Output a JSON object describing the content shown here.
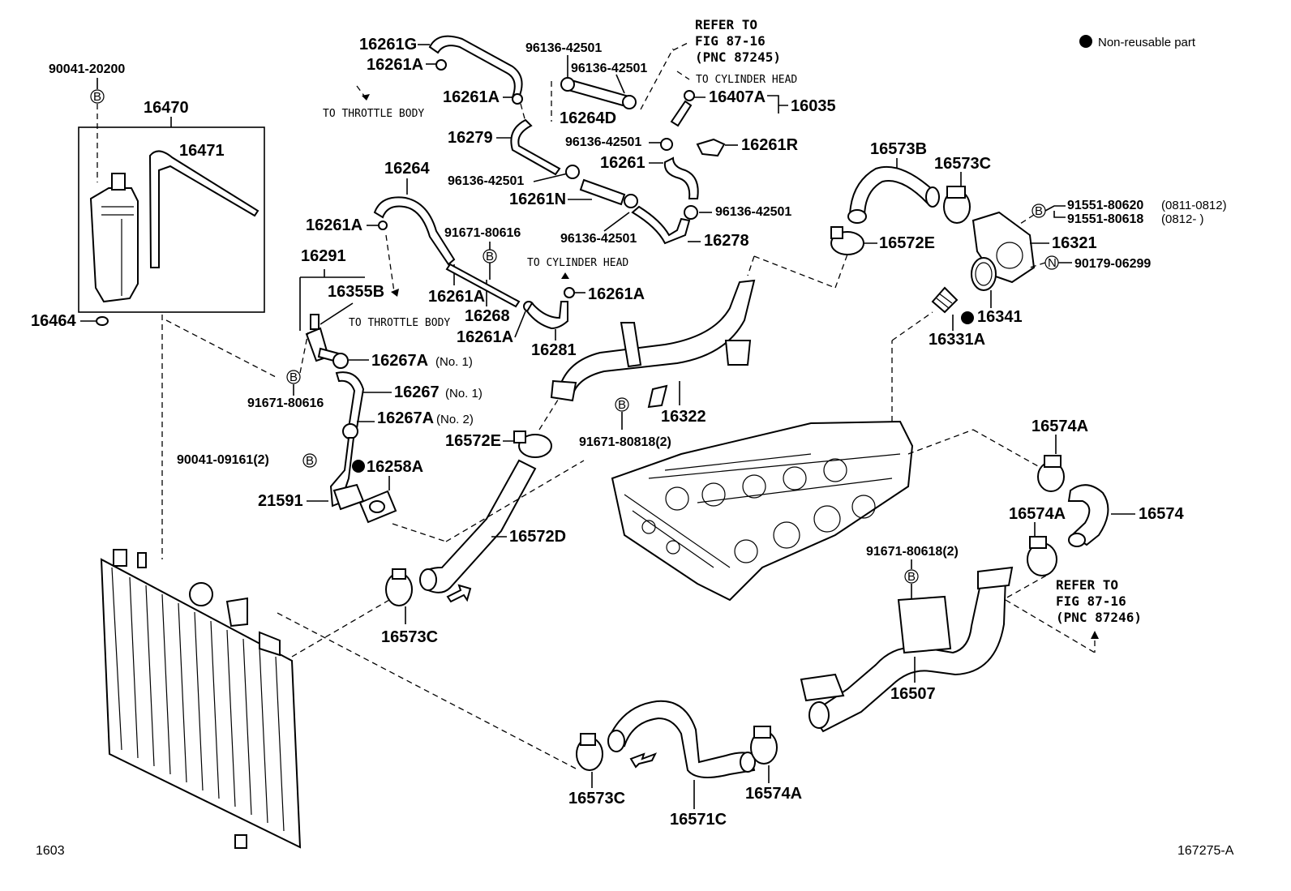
{
  "legend": {
    "text": "Non-reusable part"
  },
  "footer": {
    "left": "1603",
    "right": "167275-A"
  },
  "notes": {
    "throttle_body_1": "TO THROTTLE BODY",
    "throttle_body_2": "TO THROTTLE BODY",
    "cylinder_head_1": "TO CYLINDER HEAD",
    "cylinder_head_2": "TO CYLINDER HEAD",
    "refer_1": [
      "REFER TO",
      "FIG 87-16",
      "(PNC 87245)"
    ],
    "refer_2": [
      "REFER TO",
      "FIG 87-16",
      "(PNC 87246)"
    ]
  },
  "markers": {
    "b": "B",
    "n": "N"
  },
  "parts": {
    "p90041_20200": "90041-20200",
    "p16470": "16470",
    "p16471": "16471",
    "p16464": "16464",
    "p16261G": "16261G",
    "p16261A_top": "16261A",
    "p16261A_2": "16261A",
    "p16261A_3": "16261A",
    "p16261A_4": "16261A",
    "p16261A_5": "16261A",
    "p16261A_6": "16261A",
    "p96136_a": "96136-42501",
    "p96136_b": "96136-42501",
    "p96136_c": "96136-42501",
    "p96136_d": "96136-42501",
    "p96136_e": "96136-42501",
    "p96136_f": "96136-42501",
    "p16264D": "16264D",
    "p16279": "16279",
    "p16407A": "16407A",
    "p16035": "16035",
    "p16261R": "16261R",
    "p16261": "16261",
    "p16261N": "16261N",
    "p16278": "16278",
    "p16264": "16264",
    "p91671_80616_a": "91671-80616",
    "p91671_80616_b": "91671-80616",
    "p16291": "16291",
    "p16355B": "16355B",
    "p16268": "16268",
    "p16281": "16281",
    "p16267A_1": "16267A",
    "p16267A_1_sfx": "(No. 1)",
    "p16267": "16267",
    "p16267_sfx": "(No. 1)",
    "p16267A_2": "16267A",
    "p16267A_2_sfx": "(No. 2)",
    "p90041_09161": "90041-09161(2)",
    "p16258A": "16258A",
    "p21591": "21591",
    "p16322": "16322",
    "p91671_80818": "91671-80818(2)",
    "p16572E_a": "16572E",
    "p16572E_b": "16572E",
    "p16572D": "16572D",
    "p16573C_a": "16573C",
    "p16573C_b": "16573C",
    "p16573C_c": "16573C",
    "p16573B": "16573B",
    "p91551_80620": "91551-80620",
    "p91551_80620_sfx": "(0811-0812)",
    "p91551_80618": "91551-80618",
    "p91551_80618_sfx": "(0812-      )",
    "p16321": "16321",
    "p90179_06299": "90179-06299",
    "p16341": "16341",
    "p16331A": "16331A",
    "p16574A_a": "16574A",
    "p16574A_b": "16574A",
    "p16574A_c": "16574A",
    "p16574": "16574",
    "p91671_80618": "91671-80618(2)",
    "p16507": "16507",
    "p16571C": "16571C"
  }
}
